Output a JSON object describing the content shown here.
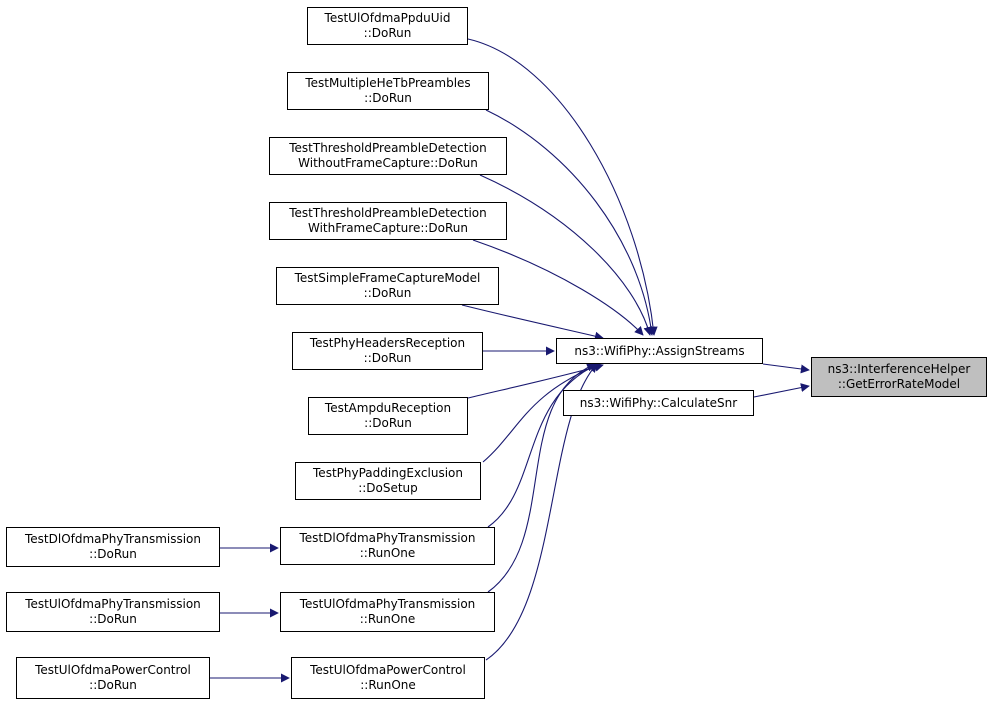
{
  "edge_color": "#191970",
  "focus_fill": "#bfbfbf",
  "nodes": [
    {
      "id": "n_uid",
      "lines": [
        "TestUlOfdmaPpduUid",
        "::DoRun"
      ]
    },
    {
      "id": "n_multi",
      "lines": [
        "TestMultipleHeTbPreambles",
        "::DoRun"
      ]
    },
    {
      "id": "n_thr_wo",
      "lines": [
        "TestThresholdPreambleDetection",
        "WithoutFrameCapture::DoRun"
      ]
    },
    {
      "id": "n_thr_w",
      "lines": [
        "TestThresholdPreambleDetection",
        "WithFrameCapture::DoRun"
      ]
    },
    {
      "id": "n_simple",
      "lines": [
        "TestSimpleFrameCaptureModel",
        "::DoRun"
      ]
    },
    {
      "id": "n_headers",
      "lines": [
        "TestPhyHeadersReception",
        "::DoRun"
      ]
    },
    {
      "id": "n_ampdu",
      "lines": [
        "TestAmpduReception",
        "::DoRun"
      ]
    },
    {
      "id": "n_padding",
      "lines": [
        "TestPhyPaddingExclusion",
        "::DoSetup"
      ]
    },
    {
      "id": "n_dl_runone",
      "lines": [
        "TestDlOfdmaPhyTransmission",
        "::RunOne"
      ]
    },
    {
      "id": "n_ul_runone",
      "lines": [
        "TestUlOfdmaPhyTransmission",
        "::RunOne"
      ]
    },
    {
      "id": "n_pc_runone",
      "lines": [
        "TestUlOfdmaPowerControl",
        "::RunOne"
      ]
    },
    {
      "id": "n_dl_dorun",
      "lines": [
        "TestDlOfdmaPhyTransmission",
        "::DoRun"
      ]
    },
    {
      "id": "n_ul_dorun",
      "lines": [
        "TestUlOfdmaPhyTransmission",
        "::DoRun"
      ]
    },
    {
      "id": "n_pc_dorun",
      "lines": [
        "TestUlOfdmaPowerControl",
        "::DoRun"
      ]
    },
    {
      "id": "n_assign",
      "lines": [
        "ns3::WifiPhy::AssignStreams"
      ]
    },
    {
      "id": "n_snr",
      "lines": [
        "ns3::WifiPhy::CalculateSnr"
      ]
    },
    {
      "id": "n_focus",
      "lines": [
        "ns3::InterferenceHelper",
        "::GetErrorRateModel"
      ],
      "focus": true
    }
  ],
  "edges": [
    {
      "from": "n_uid",
      "to": "n_assign"
    },
    {
      "from": "n_multi",
      "to": "n_assign"
    },
    {
      "from": "n_thr_wo",
      "to": "n_assign"
    },
    {
      "from": "n_thr_w",
      "to": "n_assign"
    },
    {
      "from": "n_simple",
      "to": "n_assign"
    },
    {
      "from": "n_headers",
      "to": "n_assign"
    },
    {
      "from": "n_ampdu",
      "to": "n_assign"
    },
    {
      "from": "n_padding",
      "to": "n_assign"
    },
    {
      "from": "n_dl_runone",
      "to": "n_assign"
    },
    {
      "from": "n_ul_runone",
      "to": "n_assign"
    },
    {
      "from": "n_pc_runone",
      "to": "n_assign"
    },
    {
      "from": "n_dl_dorun",
      "to": "n_dl_runone"
    },
    {
      "from": "n_ul_dorun",
      "to": "n_ul_runone"
    },
    {
      "from": "n_pc_dorun",
      "to": "n_pc_runone"
    },
    {
      "from": "n_assign",
      "to": "n_focus"
    },
    {
      "from": "n_snr",
      "to": "n_focus"
    }
  ]
}
